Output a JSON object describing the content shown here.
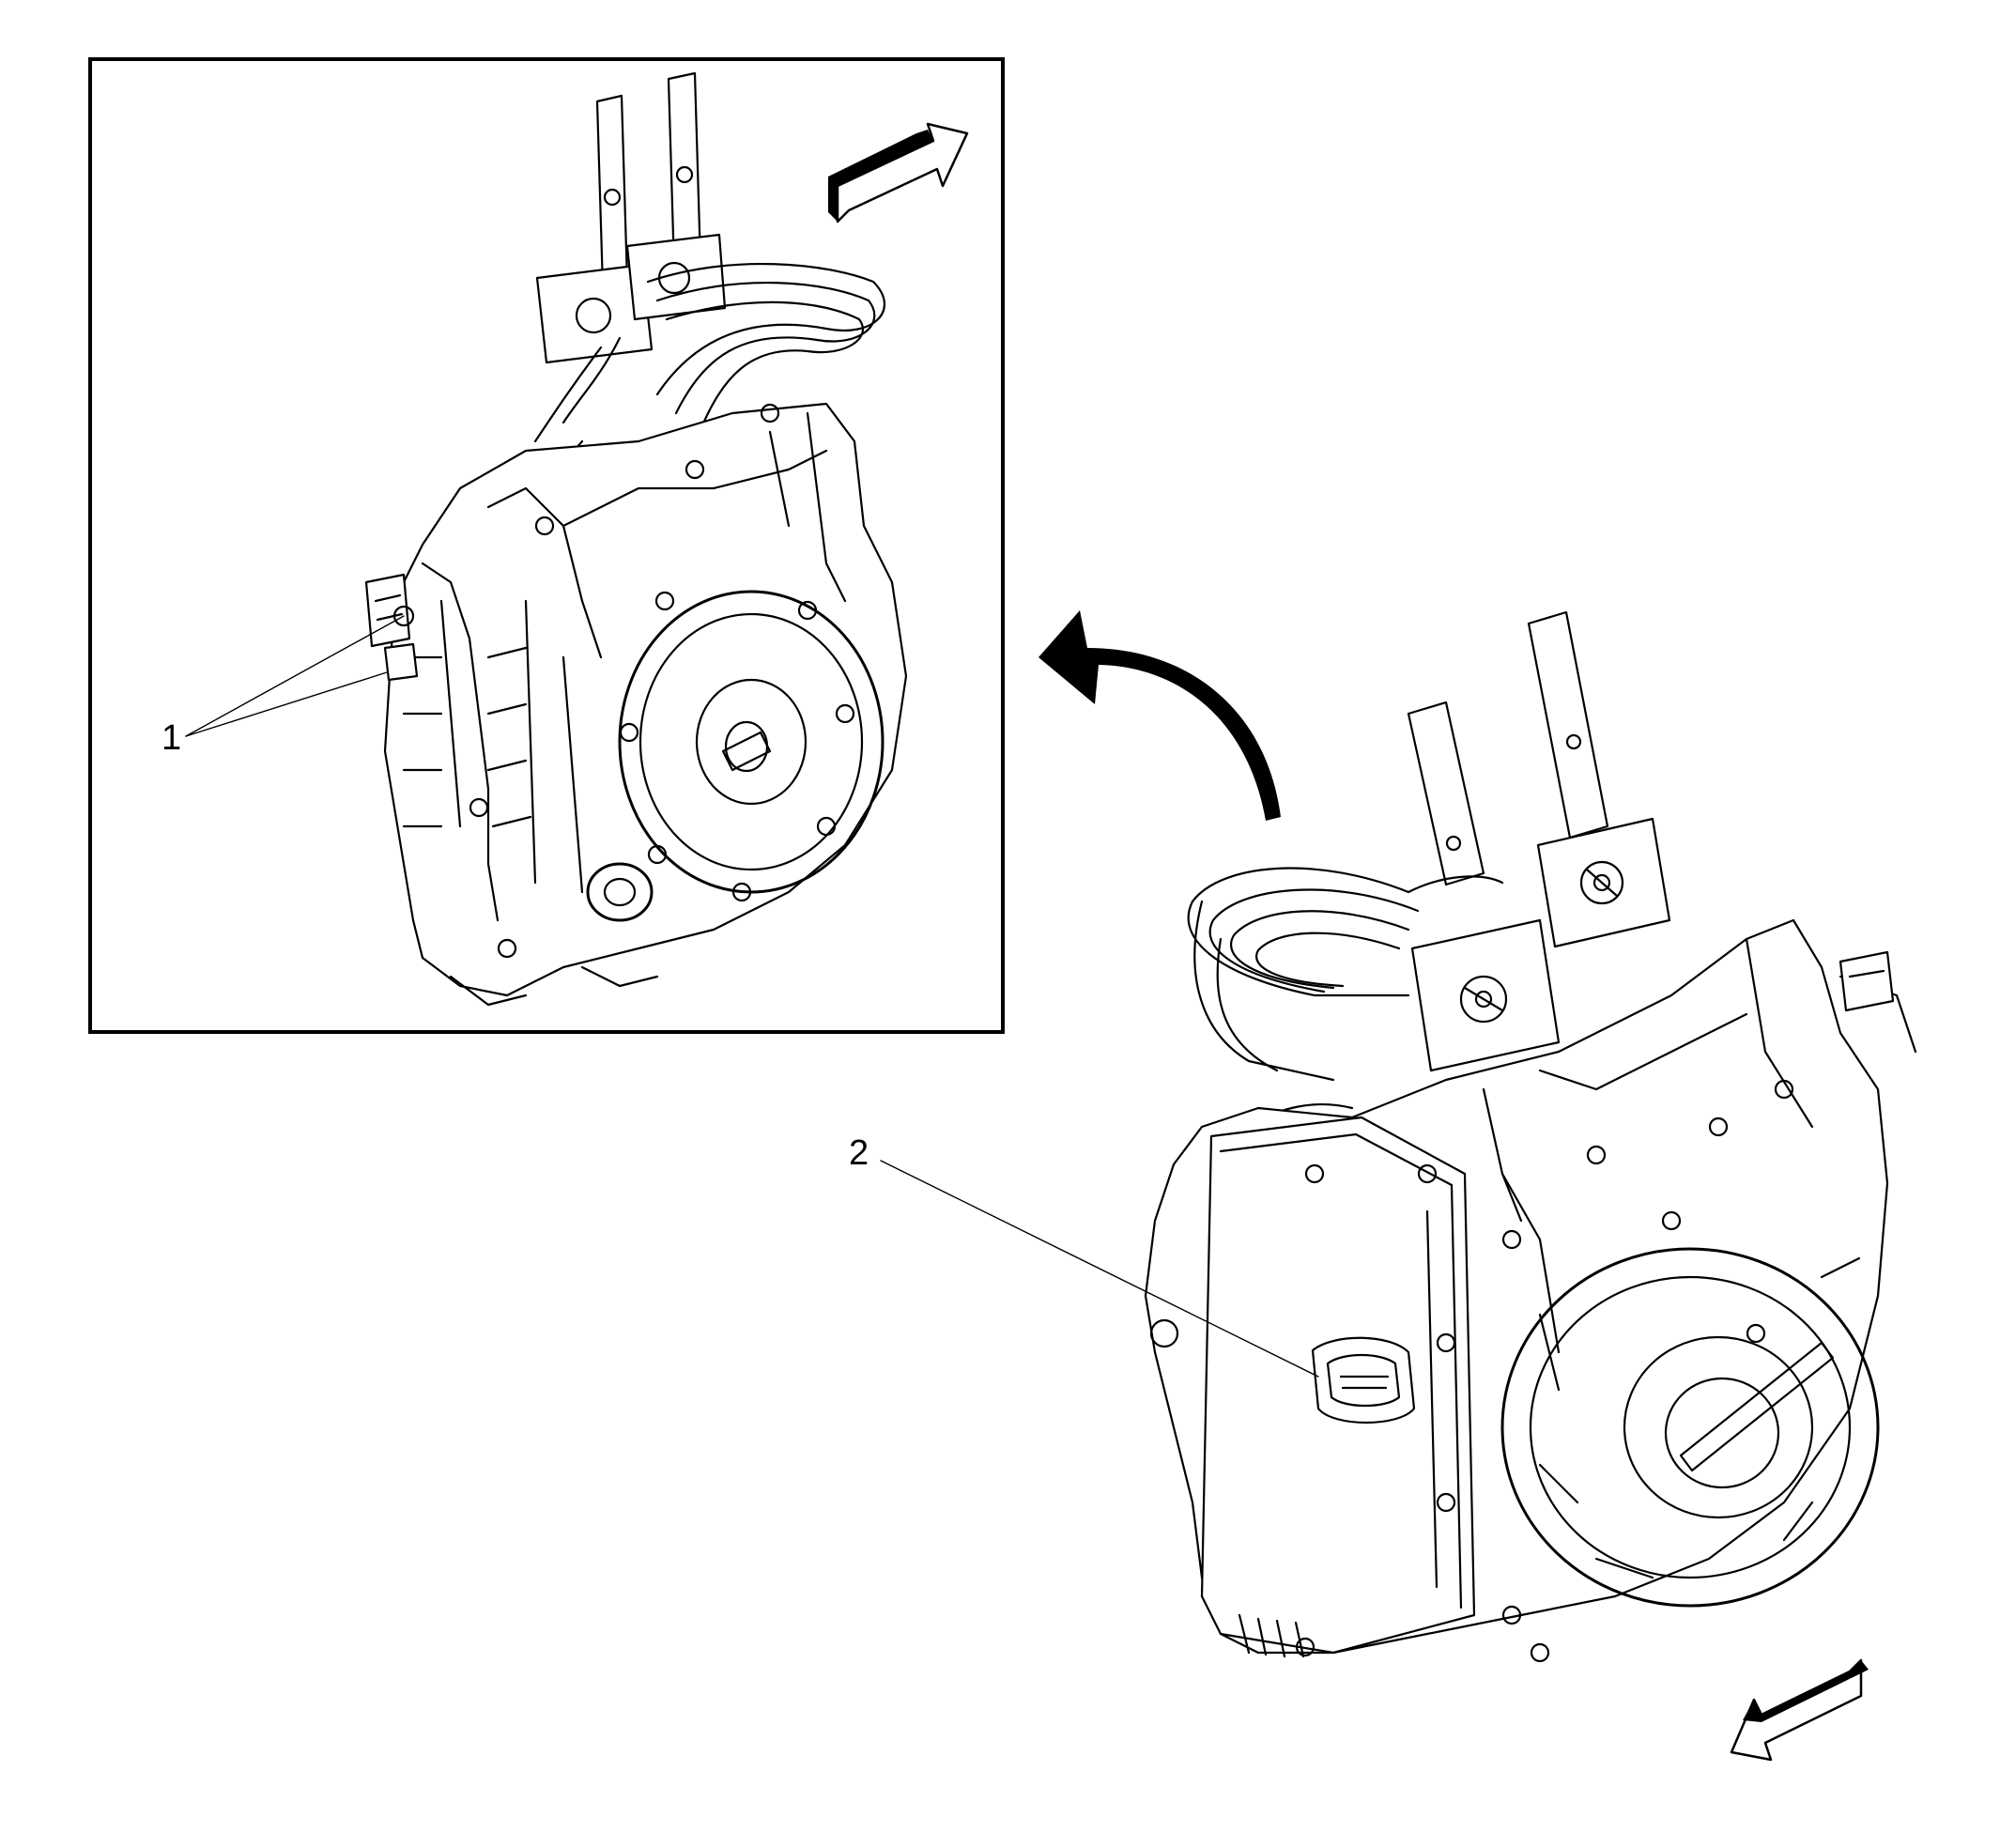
{
  "callouts": [
    {
      "id": "1",
      "label": "1"
    },
    {
      "id": "2",
      "label": "2"
    }
  ],
  "icons": {
    "inset_direction_arrow": "view-direction-arrow-icon",
    "rotate_arrow": "rotate-view-arrow-icon",
    "main_direction_arrow": "view-direction-arrow-icon"
  },
  "colors": {
    "line": "#000000",
    "background": "#ffffff"
  }
}
